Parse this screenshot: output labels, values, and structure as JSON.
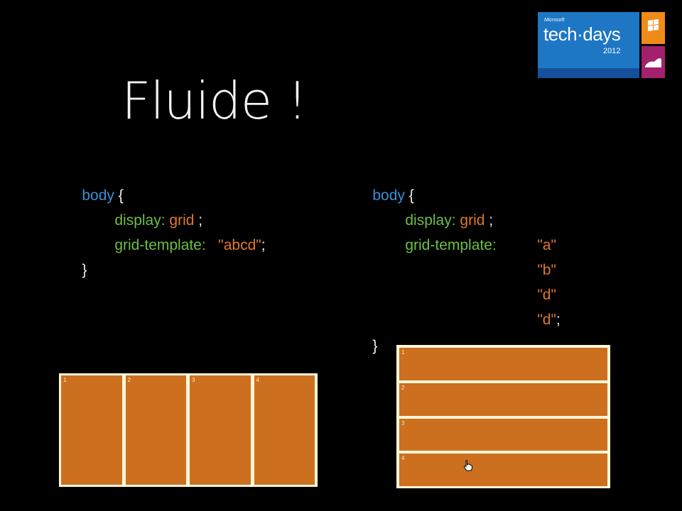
{
  "logo": {
    "brand": "Microsoft",
    "name": "tech·days",
    "year": "2012"
  },
  "title": "Fluide !",
  "left_code": {
    "selector": "body",
    "open": " {",
    "display_prop": "display:",
    "display_val": "grid",
    "semicolon1": " ;",
    "template_prop": "grid-template:",
    "template_val": "\"abcd\"",
    "semicolon2": ";",
    "close": "}"
  },
  "right_code": {
    "selector": "body",
    "open": " {",
    "display_prop": "display:",
    "display_val": "grid",
    "semicolon1": " ;",
    "template_prop": "grid-template:",
    "rows": [
      "\"a\"",
      "\"b\"",
      "\"d\"",
      "\"d\""
    ],
    "semicolon2": ";",
    "close": "}"
  },
  "demo_horizontal": {
    "cells": [
      "1",
      "2",
      "3",
      "4"
    ]
  },
  "demo_vertical": {
    "cells": [
      "1",
      "2",
      "3",
      "4"
    ]
  }
}
